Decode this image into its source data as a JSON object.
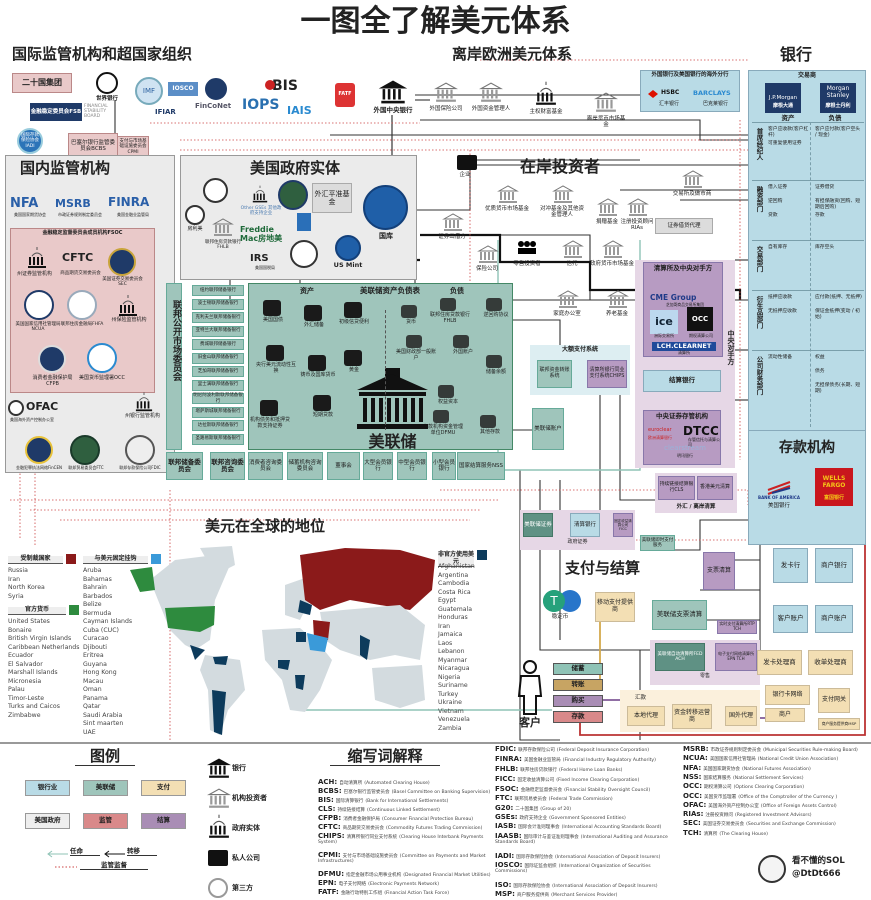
{
  "title": "一图全了解美元体系",
  "intl": {
    "heading": "国际监管机构和超国家组织",
    "g20": "二十国集团",
    "world_bank": "世界银行",
    "fsb": "金融稳定委员会FSB",
    "fsb_en": "FINANCIAL STABILITY BOARD",
    "iadi": "国际存款保险协会IADI",
    "bcbs": "巴塞尔银行监管委员会BCBS",
    "cpmi": "支付与市场基础设施委员会CPMI",
    "imf": "IMF",
    "iosco": "IOSCO",
    "ifiar": "IFIAR",
    "finconet": "FinCoNet",
    "iops": "IOPS",
    "bis": "BIS",
    "iais": "IAIS",
    "fatf": "FATF",
    "foreign_cb": "外国中央银行"
  },
  "offshore": {
    "heading": "离岸欧洲美元体系",
    "items": [
      "外国保险公司",
      "外国资金管理人",
      "主权财富基金",
      "离岸货币市场基金"
    ],
    "foreign_banks": {
      "title": "外国银行及美国银行的海外分行",
      "hsbc": "HSBC",
      "hsbc_cn": "汇丰银行",
      "barclays": "BARCLAYS",
      "barclays_cn": "巴克莱银行"
    }
  },
  "banks": {
    "heading": "银行",
    "dealers": "交易商",
    "jpm": "J.P.Morgan",
    "jpm_cn": "摩根大通",
    "ms": "Morgan Stanley",
    "ms_cn": "摩根士丹利",
    "assets": "资产",
    "liabilities": "负债",
    "depts": [
      {
        "name": "首席经纪人",
        "assets": [
          "客户应收款(客户杠杆)",
          "可重复使用证券"
        ],
        "liabilities": [
          "客户应付款(客户空头 / 现金)"
        ]
      },
      {
        "name": "融资部门",
        "assets": [
          "借入证券",
          "逆回购",
          "贷款"
        ],
        "liabilities": [
          "证券借贷",
          "有担保融资(回购、短期后回购)",
          "存款"
        ]
      },
      {
        "name": "交易部门",
        "assets": [
          "自有库存"
        ],
        "liabilities": [
          "库存空头"
        ]
      },
      {
        "name": "衍生品部门",
        "assets": [
          "抵押应收款",
          "无抵押应收款"
        ],
        "liabilities": [
          "应付款(抵押、无抵押)",
          "保证金抵押(变动 / 初始)"
        ]
      },
      {
        "name": "公司财务部门",
        "assets": [
          "流动性储备"
        ],
        "liabilities": [
          "权益",
          "债务",
          "无担保债务(长期、短期)"
        ]
      }
    ]
  },
  "deposit": {
    "heading": "存款机构",
    "bofa": "BANK OF AMERICA",
    "bofa_cn": "美国银行",
    "wf": "WELLS FARGO",
    "wf_cn": "富国银行"
  },
  "domestic": {
    "heading": "国内监管机构",
    "nfa": "NFA",
    "nfa_cn": "美国国家期货协会",
    "msrb": "MSRB",
    "msrb_cn": "市政证券规则制定委员会",
    "finra": "FINRA",
    "finra_cn": "美国金融业监管局",
    "fsoc": "金融稳定监督委员会成员机构FSOC",
    "state_sec": "州证券监管机构",
    "cftc": "CFTC",
    "cftc_cn": "商品期货交易委员会",
    "sec": "美国证券交易委员会SEC",
    "ncua": "美国国家信用社管理局NCUA",
    "fhfa": "联邦住房金融局FHFA",
    "state_ins": "州保险监管机构",
    "cfpb": "消费者金融保护局CFPB",
    "occ": "美国货币监理署OCC",
    "ofac": "OFAC",
    "ofac_cn": "美国海外资产控制办公室",
    "state_bank": "州银行监管机构",
    "fincen": "金融犯罪执法网络FinCEN",
    "ftc": "联邦贸易委员会FTC",
    "fdic": "联邦存款保险公司FDIC"
  },
  "gov": {
    "heading": "美国政府实体",
    "fannie": "房利美",
    "fhlb": "联邦住房贷款银行FHLB",
    "freddie": "Freddie Mac房地美",
    "other_gses": "Other GSEs 其他政府支持企业",
    "esf": "外汇平准基金",
    "treasury": "国库",
    "irs": "IRS",
    "irs_cn": "美国国税局",
    "mint": "US Mint"
  },
  "fomc": "联邦公开市场委员会",
  "reserve_banks": [
    "纽约联邦储备银行",
    "波士顿联邦储备银行",
    "克利夫兰联邦储备银行",
    "亚特兰大联邦储备银行",
    "费城联邦储备银行",
    "旧金山联邦储备银行",
    "芝加哥联邦储备银行",
    "里士满联邦储备银行",
    "明尼阿波利斯联邦储备银行",
    "堪萨斯城联邦储备银行",
    "达拉斯联邦储备银行",
    "圣路易斯联邦储备银行"
  ],
  "fed": {
    "heading": "美联储资产负债表",
    "assets": "资产",
    "liabilities": "负债",
    "name": "美联储",
    "asset_items": [
      "美国国债",
      "外汇储备",
      "初级信贷便利",
      "央行美元流动性互换",
      "铸币及国库货币",
      "黄金",
      "机构债务和抵押贷款支持证券",
      "短期贷款"
    ],
    "liability_items": [
      "货币",
      "联邦住房贷款银行FHLB",
      "逆回购协议",
      "美国财政部一般账户",
      "外国账户",
      "储备余额",
      "权益资本",
      "存款机构资金管理单位DFMU",
      "其他存款"
    ],
    "bottom_row": [
      "联邦储备委员会",
      "联邦咨询委员会",
      "消费者咨询委员会",
      "储蓄机构咨询委员会",
      "董事会",
      "大型会员银行",
      "中型会员银行",
      "小型会员银行",
      "国家结算服务NSS"
    ]
  },
  "onshore": {
    "heading": "在岸投资者",
    "items": [
      "企业",
      "优质货币市场基金",
      "对冲基金及其他资金管理人",
      "捐赠基金",
      "注册投资顾问RIAs",
      "交易所及做市商",
      "证券借贷代理",
      "证券出借方",
      "保险公司",
      "零售投资者",
      "信托",
      "政府货币市场基金",
      "家庭办公室",
      "养老基金"
    ]
  },
  "clearing": {
    "title": "清算所及中央对手方",
    "cme": "CME Group",
    "cme_cn": "芝加哥商品交易所集团",
    "ice": "ice",
    "ice_cn": "洲际交易所",
    "occ": "OCC",
    "occ_cn": "期权清算公司",
    "lch": "LCH.CLEARNET",
    "lch_cn": "清算所",
    "ccp": "中央对手方",
    "settle_bank": "结算银行",
    "csd": "中央证券存管机构",
    "euroclear": "euroclear",
    "euroclear_cn": "欧洲清算银行",
    "dtcc": "DTCC",
    "dtcc_cn": "存管信托与清算公司",
    "clearstream": "clearstream",
    "clearstream_cn": "明讯银行"
  },
  "lvps": {
    "title": "大额支付系统",
    "fedwire": "联邦资金转账系统",
    "chips": "清算所银行同业支付系统CHIPS",
    "fed_account": "美联储账户"
  },
  "fx": {
    "cls": "持续链接结算银行CLS",
    "hk": "香港美元清算",
    "title": "外汇 / 离岸清算"
  },
  "govsec": {
    "title": "政府证券",
    "fed_sec": "美联储证券",
    "clearing_bank": "清算银行",
    "ficc": "固定收益清算公司FICC"
  },
  "payments": {
    "heading": "支付与结算",
    "fednow": "美联储即时支付服务",
    "check": "支票清算",
    "stable": "稳定币",
    "mobile": "移动支付提供商",
    "fed_check": "美联储支票清算",
    "rtp": "实时支付清算所RTP TCH",
    "retail": "零售",
    "fedach": "美联储自动清算所FED ACH",
    "epn": "电子支付网络清算所EPN TCH",
    "issuer": "发卡行",
    "merchant_bank": "商户银行",
    "customer_acct": "客户账户",
    "merchant_acct": "商户账户",
    "issuer_proc": "发卡处理商",
    "acq_proc": "收单处理商",
    "card_network": "银行卡网络",
    "gateway": "支付网关",
    "merchant": "商户",
    "msp": "商户服务提供商MSP",
    "customer": "客户",
    "actions": [
      "储蓄",
      "转账",
      "购买",
      "存款"
    ],
    "remit": {
      "title": "汇款",
      "local": "本地代理",
      "mto": "资金转移运营商",
      "foreign": "国外代理"
    }
  },
  "global": {
    "heading": "美元在全球的地位",
    "sanctioned": {
      "title": "受制裁国家",
      "color": "#8b1a1a",
      "countries": [
        "Russia",
        "Iran",
        "North Korea",
        "Syria"
      ]
    },
    "official": {
      "title": "官方货币",
      "color": "#2e8b3e",
      "countries": [
        "United States",
        "Bonaire",
        "British Virgin Islands",
        "Caribbean Netherlands",
        "Ecuador",
        "El Salvador",
        "Marshall Islands",
        "Micronesia",
        "Palau",
        "Timor-Leste",
        "Turks and Caicos",
        "Zimbabwe"
      ]
    },
    "pegged": {
      "title": "与美元固定挂钩",
      "color": "#3a9ad9",
      "countries": [
        "Aruba",
        "Bahamas",
        "Bahrain",
        "Barbados",
        "Belize",
        "Bermuda",
        "Cayman Islands",
        "Cuba (CUC)",
        "Curacao",
        "Djibouti",
        "Eritrea",
        "Guyana",
        "Hong Kong",
        "Macau",
        "Oman",
        "Panama",
        "Qatar",
        "Saudi Arabia",
        "Sint maarten",
        "UAE"
      ]
    },
    "unofficial": {
      "title": "非官方使用美元",
      "color": "#0d3b5c",
      "countries": [
        "Afghanistan",
        "Argentina",
        "Cambodia",
        "Costa Rica",
        "Egypt",
        "Guatemala",
        "Honduras",
        "Iran",
        "Jamaica",
        "Laos",
        "Lebanon",
        "Myanmar",
        "Nicaragua",
        "Nigeria",
        "Suriname",
        "Turkey",
        "Ukraine",
        "Vietnam",
        "Venezuela",
        "Zambia"
      ]
    },
    "map_other_color": "#d3dbdf"
  },
  "legend": {
    "heading": "图例",
    "swatches": [
      {
        "label": "银行业",
        "color": "#b9dbe6"
      },
      {
        "label": "美联储",
        "color": "#9fc5bb"
      },
      {
        "label": "支付",
        "color": "#f3dfb4"
      },
      {
        "label": "美国政府",
        "color": "#eeeeee"
      },
      {
        "label": "监管",
        "color": "#d9898a"
      },
      {
        "label": "结算",
        "color": "#a98db5"
      }
    ],
    "icons": [
      "银行",
      "机构投资者",
      "政府实体",
      "私人公司",
      "第三方"
    ],
    "lines": [
      "任命",
      "转移",
      "监管监督"
    ]
  },
  "abbrev": {
    "heading": "缩写词解释",
    "items": [
      {
        "abbr": "ACH:",
        "cn": "自动清算所",
        "en": "(Automated Clearing House)"
      },
      {
        "abbr": "BCBS:",
        "cn": "巴塞尔银行监管委员会",
        "en": "(Basel Committee on Banking Supervision)"
      },
      {
        "abbr": "BIS:",
        "cn": "国际清算银行",
        "en": "(Bank for International Settlements)"
      },
      {
        "abbr": "CLS:",
        "cn": "持续链接结算",
        "en": "(Continuous Linked Settlement)"
      },
      {
        "abbr": "CFPB:",
        "cn": "消费者金融保护局",
        "en": "(Consumer Financial Protection Bureau)"
      },
      {
        "abbr": "CFTC:",
        "cn": "商品期货交易委员会",
        "en": "(Commodity Futures Trading Commission)"
      },
      {
        "abbr": "CHIPS:",
        "cn": "清算所银行同业支付系统",
        "en": "(Clearing House Interbank Payments System)"
      },
      {
        "abbr": "CPMI:",
        "cn": "支付与市场基础设施委员会",
        "en": "(Committee on Payments and Market Infrastructures)"
      },
      {
        "abbr": "DFMU:",
        "cn": "指定金融市场公用事业机构",
        "en": "(Designated Financial Market Utilities)"
      },
      {
        "abbr": "EPN:",
        "cn": "电子支付网络",
        "en": "(Electronic Payments Network)"
      },
      {
        "abbr": "FATF:",
        "cn": "金融行动特别工作组",
        "en": "(Financial Action Task Force)"
      },
      {
        "abbr": "FDIC:",
        "cn": "联邦存款保险公司",
        "en": "(Federal Deposit Insurance Corporation)"
      },
      {
        "abbr": "FINRA:",
        "cn": "美国金融业监管局",
        "en": "(Financial Industry Regulatory Authority)"
      },
      {
        "abbr": "FHLB:",
        "cn": "联邦住房贷款银行",
        "en": "(Federal Home Loan Banks)"
      },
      {
        "abbr": "FICC:",
        "cn": "固定收益清算公司",
        "en": "(Fixed Income Clearing Corporation)"
      },
      {
        "abbr": "FSOC:",
        "cn": "金融稳定监督委员会",
        "en": "(Financial Stability Oversight Council)"
      },
      {
        "abbr": "FTC:",
        "cn": "联邦贸易委员会",
        "en": "(Federal Trade Commission)"
      },
      {
        "abbr": "G20:",
        "cn": "二十国集团",
        "en": "(Group of 20)"
      },
      {
        "abbr": "GSEs:",
        "cn": "政府支持企业",
        "en": "(Government Sponsored Entities)"
      },
      {
        "abbr": "IASB:",
        "cn": "国际会计准则理事会",
        "en": "(International Accounting Standards Board)"
      },
      {
        "abbr": "IAASB:",
        "cn": "国际审计与鉴证准则理事会",
        "en": "(International Auditing and Assurance Standards Board)"
      },
      {
        "abbr": "IADI:",
        "cn": "国际存款保险协会",
        "en": "(International Association of Deposit Insurers)"
      },
      {
        "abbr": "IOSCO:",
        "cn": "国际证监会组织",
        "en": "(International Organization of Securities Commissions)"
      },
      {
        "abbr": "ISO:",
        "cn": "国际存款保险协会",
        "en": "(International Association of Deposit Insurers)"
      },
      {
        "abbr": "MSP:",
        "cn": "商户服务提供商",
        "en": "(Merchant Services Provider)"
      },
      {
        "abbr": "MSRB:",
        "cn": "市政证券规则制定委员会",
        "en": "(Municipal Securities Rule-making Board)"
      },
      {
        "abbr": "NCUA:",
        "cn": "美国国家信用社管理局",
        "en": "(National Credit Union Association)"
      },
      {
        "abbr": "NFA:",
        "cn": "美国国家期货协会",
        "en": "(National Futures Association)"
      },
      {
        "abbr": "NSS:",
        "cn": "国家结算服务",
        "en": "(National Settlement Services)"
      },
      {
        "abbr": "OCC:",
        "cn": "期权清算公司",
        "en": "(Options Clearing Corporation)"
      },
      {
        "abbr": "OCC:",
        "cn": "美国货币监理署",
        "en": "(Office of the Comptroller of the Currency )"
      },
      {
        "abbr": "OFAC:",
        "cn": "美国海外资产控制办公室",
        "en": "(Office of Foreign Assets Control)"
      },
      {
        "abbr": "RIAs:",
        "cn": "注册投资顾问",
        "en": "(Registered Investment Advisors)"
      },
      {
        "abbr": "SEC:",
        "cn": "美国证券交易委员会",
        "en": "(Securities and Exchange Commission)"
      },
      {
        "abbr": "TCH:",
        "cn": "清算所",
        "en": "(The Clearing House)"
      }
    ]
  },
  "author": {
    "name": "看不懂的SOL",
    "handle": "@DtDt666"
  }
}
